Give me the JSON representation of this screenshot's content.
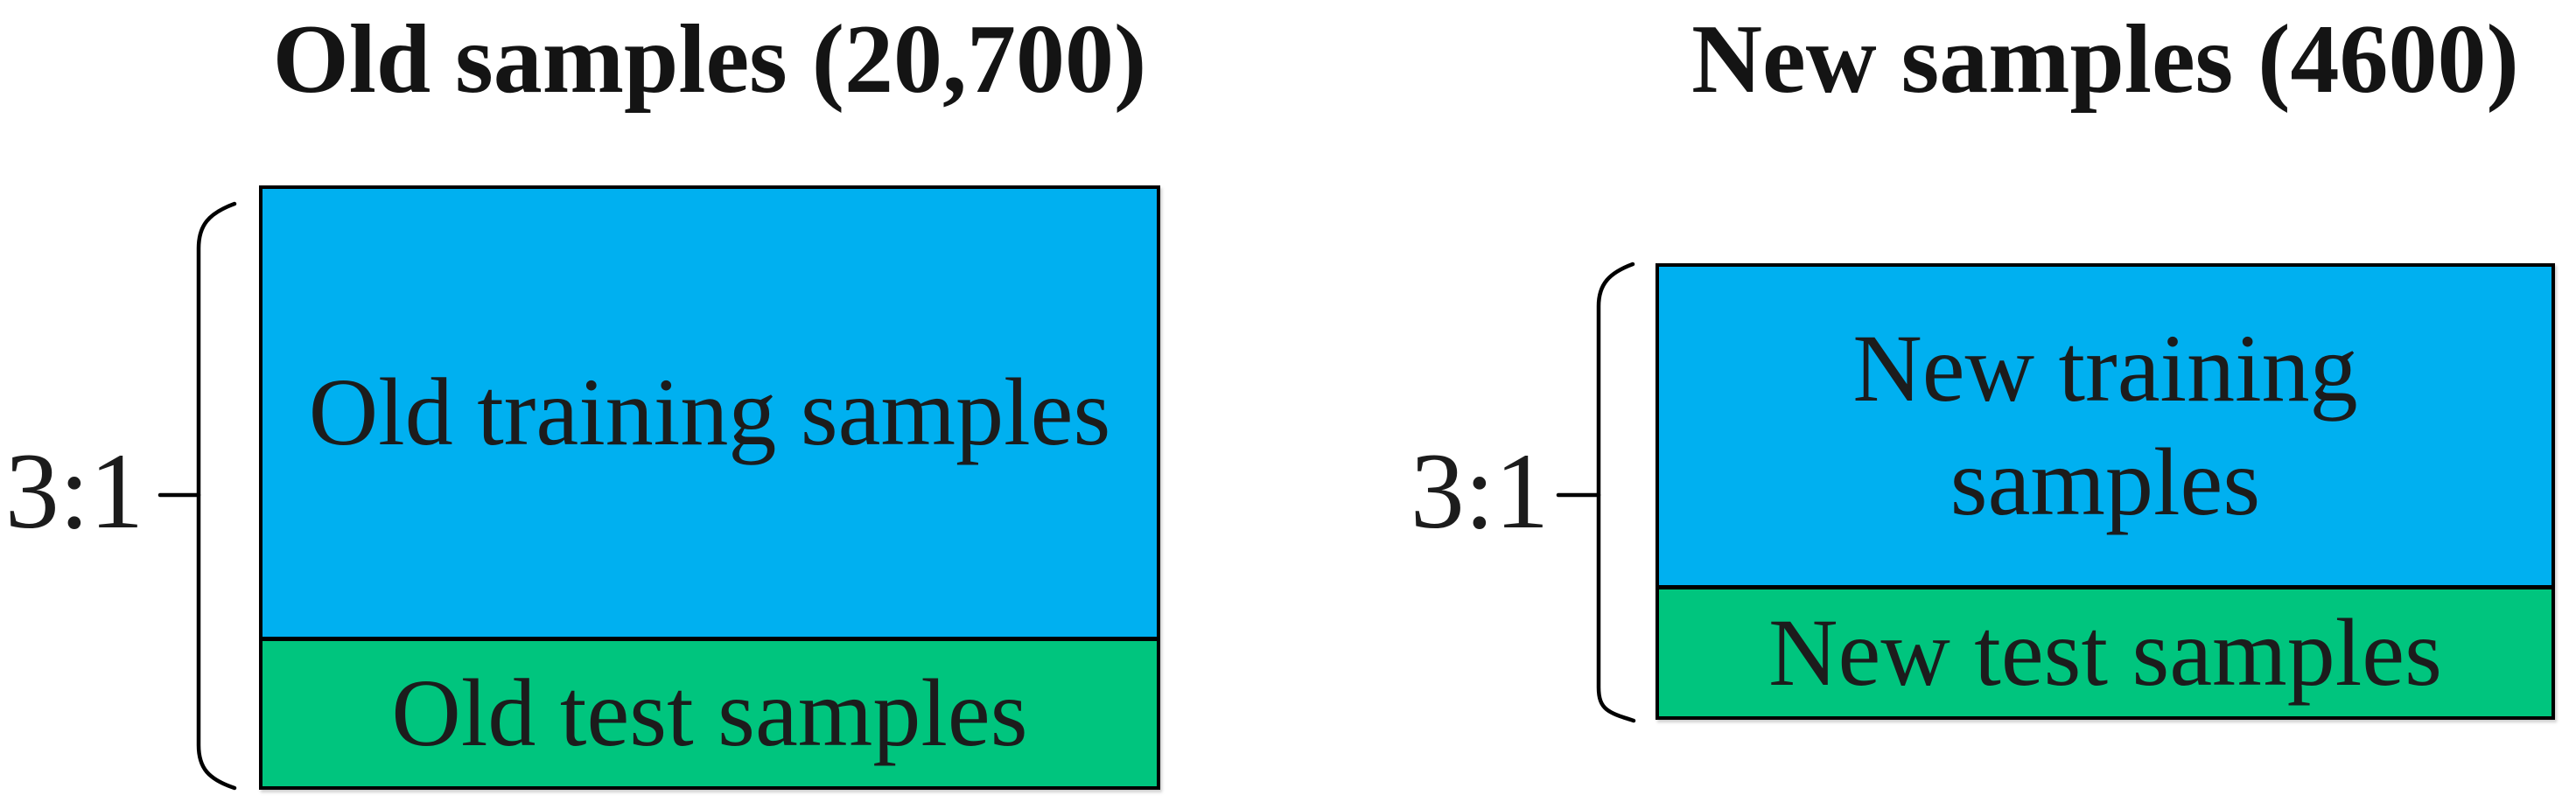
{
  "panels": {
    "old": {
      "title": "Old samples (20,700)",
      "ratio_label": "3:1",
      "train_label": "Old training samples",
      "test_label": "Old test samples"
    },
    "new": {
      "title": "New samples (4600)",
      "ratio_label": "3:1",
      "train_label_lines": [
        "New training",
        "samples"
      ],
      "test_label": "New test samples"
    }
  },
  "colors": {
    "train_fill": "#00B0F0",
    "test_fill": "#00C57E",
    "border": "#000000"
  }
}
